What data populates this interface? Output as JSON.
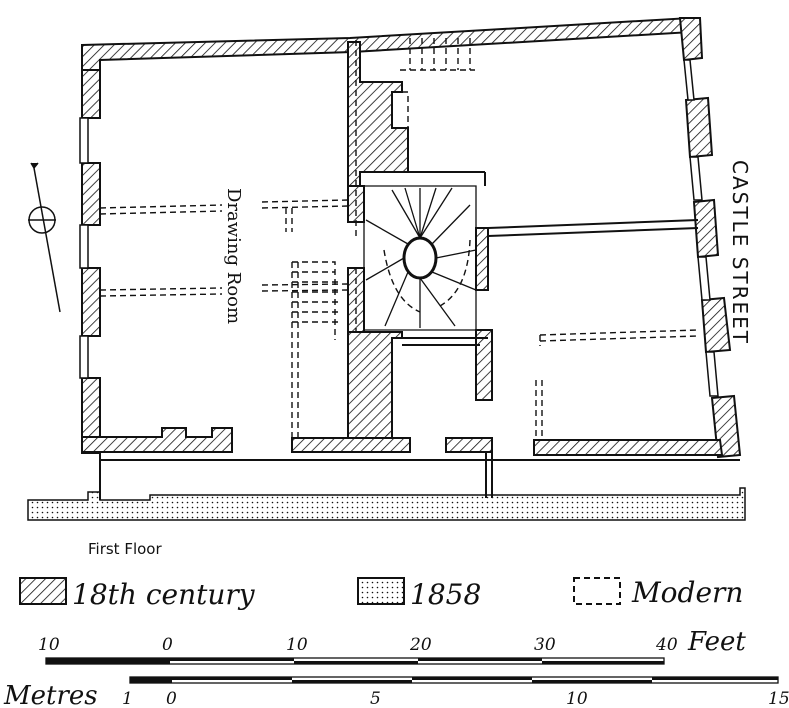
{
  "plan": {
    "room_label": "Drawing Room",
    "street_label": "CASTLE STREET",
    "floor_label": "First Floor"
  },
  "legend": {
    "items": [
      {
        "key": "18th",
        "label": "18th century",
        "pattern": "hatch"
      },
      {
        "key": "1858",
        "label": "1858",
        "pattern": "dots"
      },
      {
        "key": "modern",
        "label": "Modern",
        "pattern": "dashed"
      }
    ]
  },
  "scale_feet": {
    "ticks": [
      "10",
      "0",
      "10",
      "20",
      "30",
      "40"
    ],
    "unit": "Feet"
  },
  "scale_metres": {
    "unit": "Metres",
    "ticks": [
      "1",
      "0",
      "5",
      "10",
      "15"
    ]
  },
  "colors": {
    "ink": "#111111",
    "paper": "#ffffff"
  }
}
